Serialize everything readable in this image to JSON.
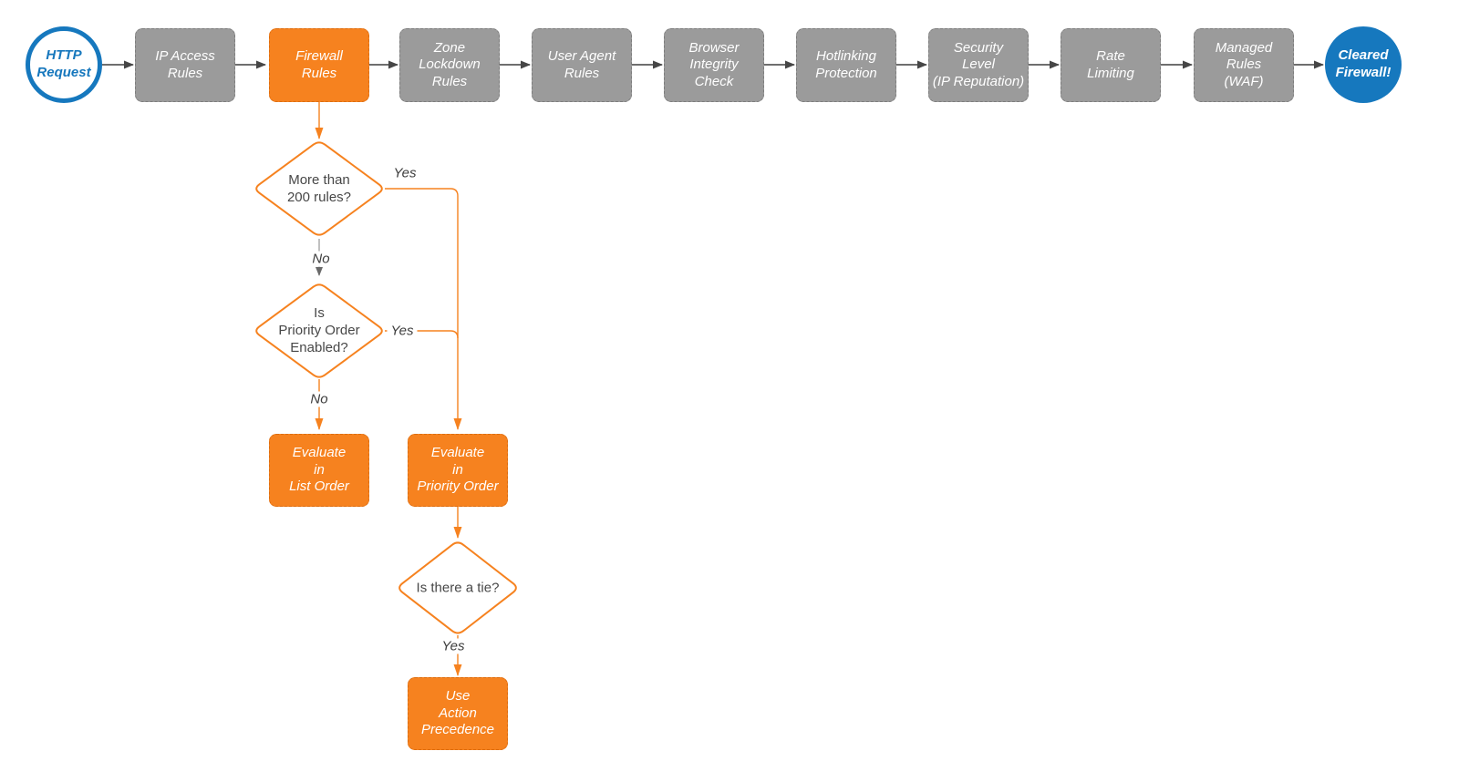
{
  "colors": {
    "blue": "#1678be",
    "orange": "#f6821f",
    "gray_box": "#9b9b9b",
    "arrow_gray": "#464646",
    "text_dark": "#474747"
  },
  "pipeline": {
    "start_label": "HTTP\nRequest",
    "end_label": "Cleared\nFirewall!",
    "stages": [
      {
        "label": "IP Access\nRules"
      },
      {
        "label": "Firewall\nRules"
      },
      {
        "label": "Zone\nLockdown\nRules"
      },
      {
        "label": "User Agent\nRules"
      },
      {
        "label": "Browser\nIntegrity\nCheck"
      },
      {
        "label": "Hotlinking\nProtection"
      },
      {
        "label": "Security\nLevel\n(IP Reputation)"
      },
      {
        "label": "Rate\nLimiting"
      },
      {
        "label": "Managed\nRules\n(WAF)"
      }
    ]
  },
  "decision_tree": {
    "more_than_200": {
      "question": "More than\n200 rules?",
      "yes_label": "Yes",
      "no_label": "No"
    },
    "priority_enabled": {
      "question": "Is\nPriority Order\nEnabled?",
      "yes_label": "Yes",
      "no_label": "No"
    },
    "tie": {
      "question": "Is there a tie?",
      "yes_label": "Yes"
    },
    "evaluate_list_order": {
      "label": "Evaluate\nin\nList Order"
    },
    "evaluate_priority_order": {
      "label": "Evaluate\nin\nPriority Order"
    },
    "use_action_precedence": {
      "label": "Use\nAction\nPrecedence"
    }
  }
}
